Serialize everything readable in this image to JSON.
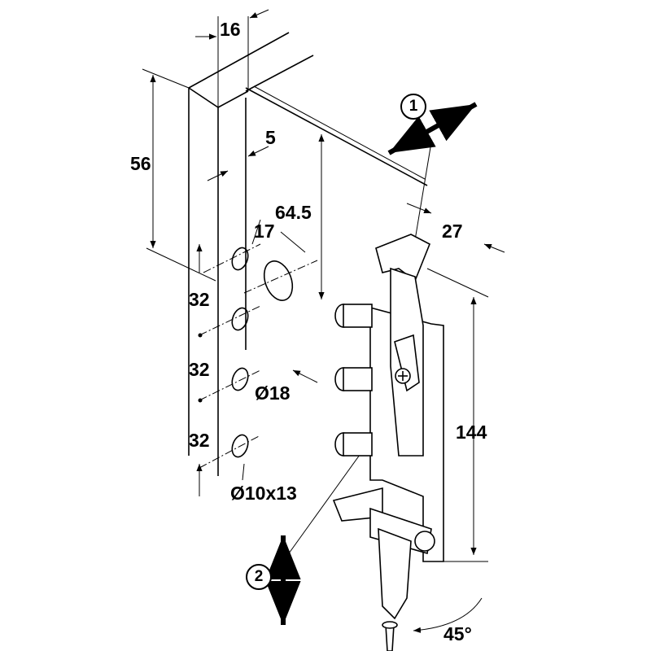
{
  "dimensions": {
    "panel_thickness": "16",
    "top_to_first_hole": "56",
    "edge_offset": "5",
    "height_64_5": "64.5",
    "bore_offset": "17",
    "depth_27": "27",
    "pitch_1": "32",
    "pitch_2": "32",
    "pitch_3": "32",
    "bore_diameter": "Ø18",
    "hole_size": "Ø10x13",
    "hinge_height": "144",
    "angle": "45°"
  },
  "callouts": {
    "adjust_1": "1",
    "adjust_2": "2"
  }
}
